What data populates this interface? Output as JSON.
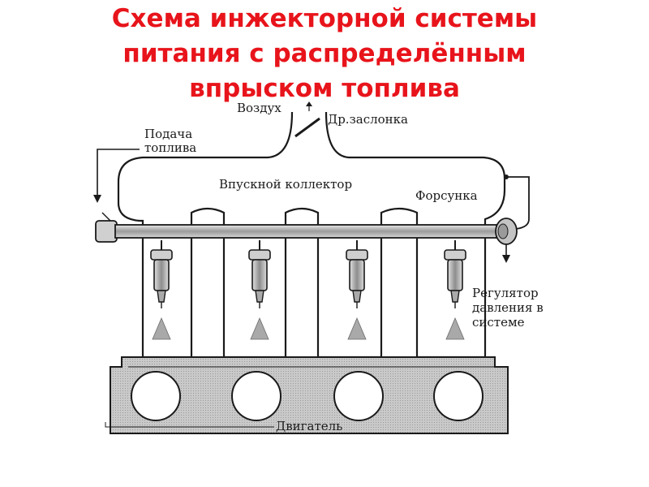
{
  "title": {
    "line1": "Схема инжекторной системы",
    "line2": "питания с распределённым",
    "line3": "впрыском топлива"
  },
  "labels": {
    "air": "Воздух",
    "throttle": "Др.заслонка",
    "fuel_supply_1": "Подача",
    "fuel_supply_2": "топлива",
    "intake_manifold": "Впускной коллектор",
    "injector": "Форсунка",
    "regulator_1": "Регулятор",
    "regulator_2": "давления в",
    "regulator_3": "системе",
    "engine": "Двигатель"
  },
  "colors": {
    "title": "#e8141b",
    "line": "#1a1a1a",
    "engine_block": "#c8c8c8",
    "rail": "#bdbdbd"
  }
}
